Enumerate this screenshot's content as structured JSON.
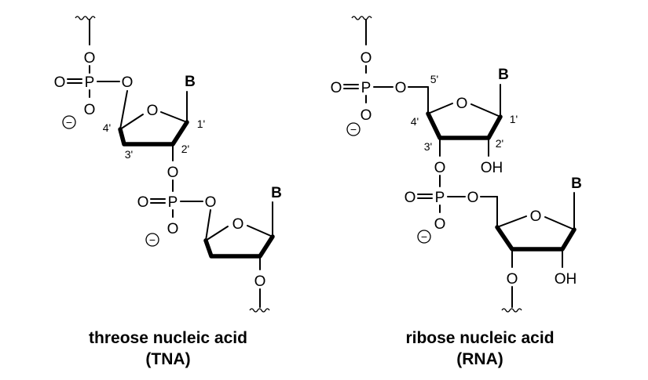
{
  "structures": {
    "tna": {
      "caption_line1": "threose nucleic acid",
      "caption_line2": "(TNA)",
      "atoms": {
        "oxygen": "O",
        "phosphorus": "P",
        "base": "B"
      },
      "positions": {
        "p1": "1'",
        "p2": "2'",
        "p3": "3'",
        "p4": "4'"
      },
      "charge_symbol": "−"
    },
    "rna": {
      "caption_line1": "ribose nucleic acid",
      "caption_line2": "(RNA)",
      "atoms": {
        "oxygen": "O",
        "phosphorus": "P",
        "base": "B",
        "hydroxyl": "OH"
      },
      "positions": {
        "p1": "1'",
        "p2": "2'",
        "p3": "3'",
        "p4": "4'",
        "p5": "5'"
      },
      "charge_symbol": "−"
    }
  }
}
